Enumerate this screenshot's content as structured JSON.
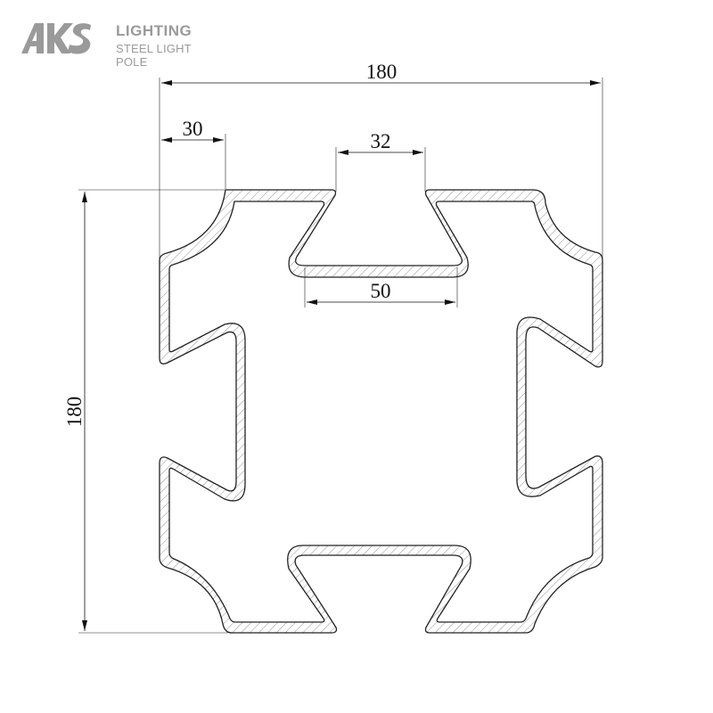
{
  "brand": {
    "mark_text": "AKS",
    "title": "LIGHTING",
    "subtitle": "STEEL LIGHT POLE",
    "color": "#9a9a9a"
  },
  "dimensions": {
    "overall_width": "180",
    "overall_height": "180",
    "corner_width": "30",
    "slot_top_width": "32",
    "slot_bottom_width": "50"
  },
  "colors": {
    "line": "#222222",
    "hatch": "#777777",
    "dimension": "#111111"
  }
}
